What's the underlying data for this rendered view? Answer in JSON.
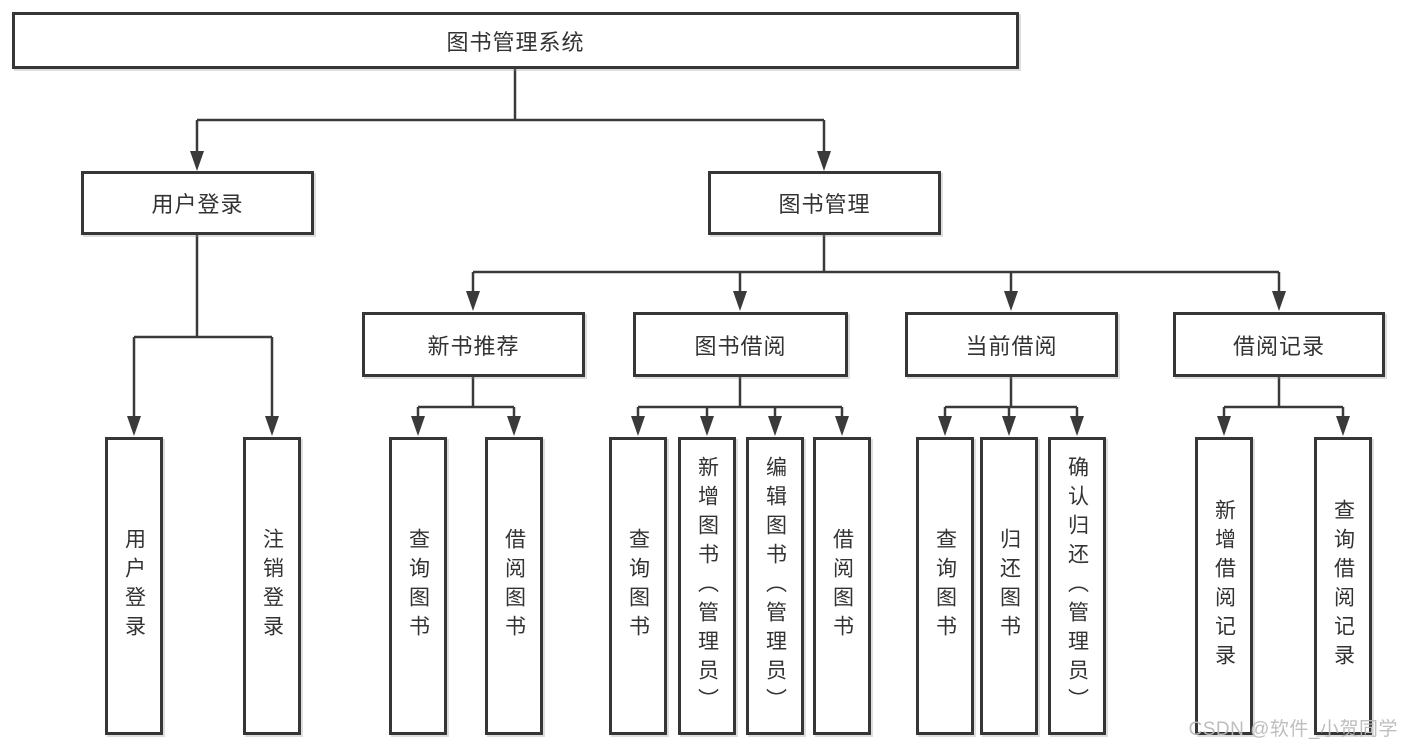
{
  "diagram": {
    "root": {
      "label": "图书管理系统"
    },
    "branches": [
      {
        "label": "用户登录",
        "children": [
          {
            "label": "用户登录"
          },
          {
            "label": "注销登录"
          }
        ]
      },
      {
        "label": "图书管理",
        "children": [
          {
            "label": "新书推荐",
            "children": [
              {
                "label": "查询图书"
              },
              {
                "label": "借阅图书"
              }
            ]
          },
          {
            "label": "图书借阅",
            "children": [
              {
                "label": "查询图书"
              },
              {
                "label": "新增图书（管理员）"
              },
              {
                "label": "编辑图书（管理员）"
              },
              {
                "label": "借阅图书"
              }
            ]
          },
          {
            "label": "当前借阅",
            "children": [
              {
                "label": "查询图书"
              },
              {
                "label": "归还图书"
              },
              {
                "label": "确认归还（管理员）"
              }
            ]
          },
          {
            "label": "借阅记录",
            "children": [
              {
                "label": "新增借阅记录"
              },
              {
                "label": "查询借阅记录"
              }
            ]
          }
        ]
      }
    ]
  },
  "watermark": {
    "text": "CSDN @软件_小贺同学"
  },
  "colors": {
    "background": "#ffffff",
    "box_border": "#363636",
    "line": "#3a3a3a",
    "text": "#333333",
    "watermark": "#bababa"
  }
}
